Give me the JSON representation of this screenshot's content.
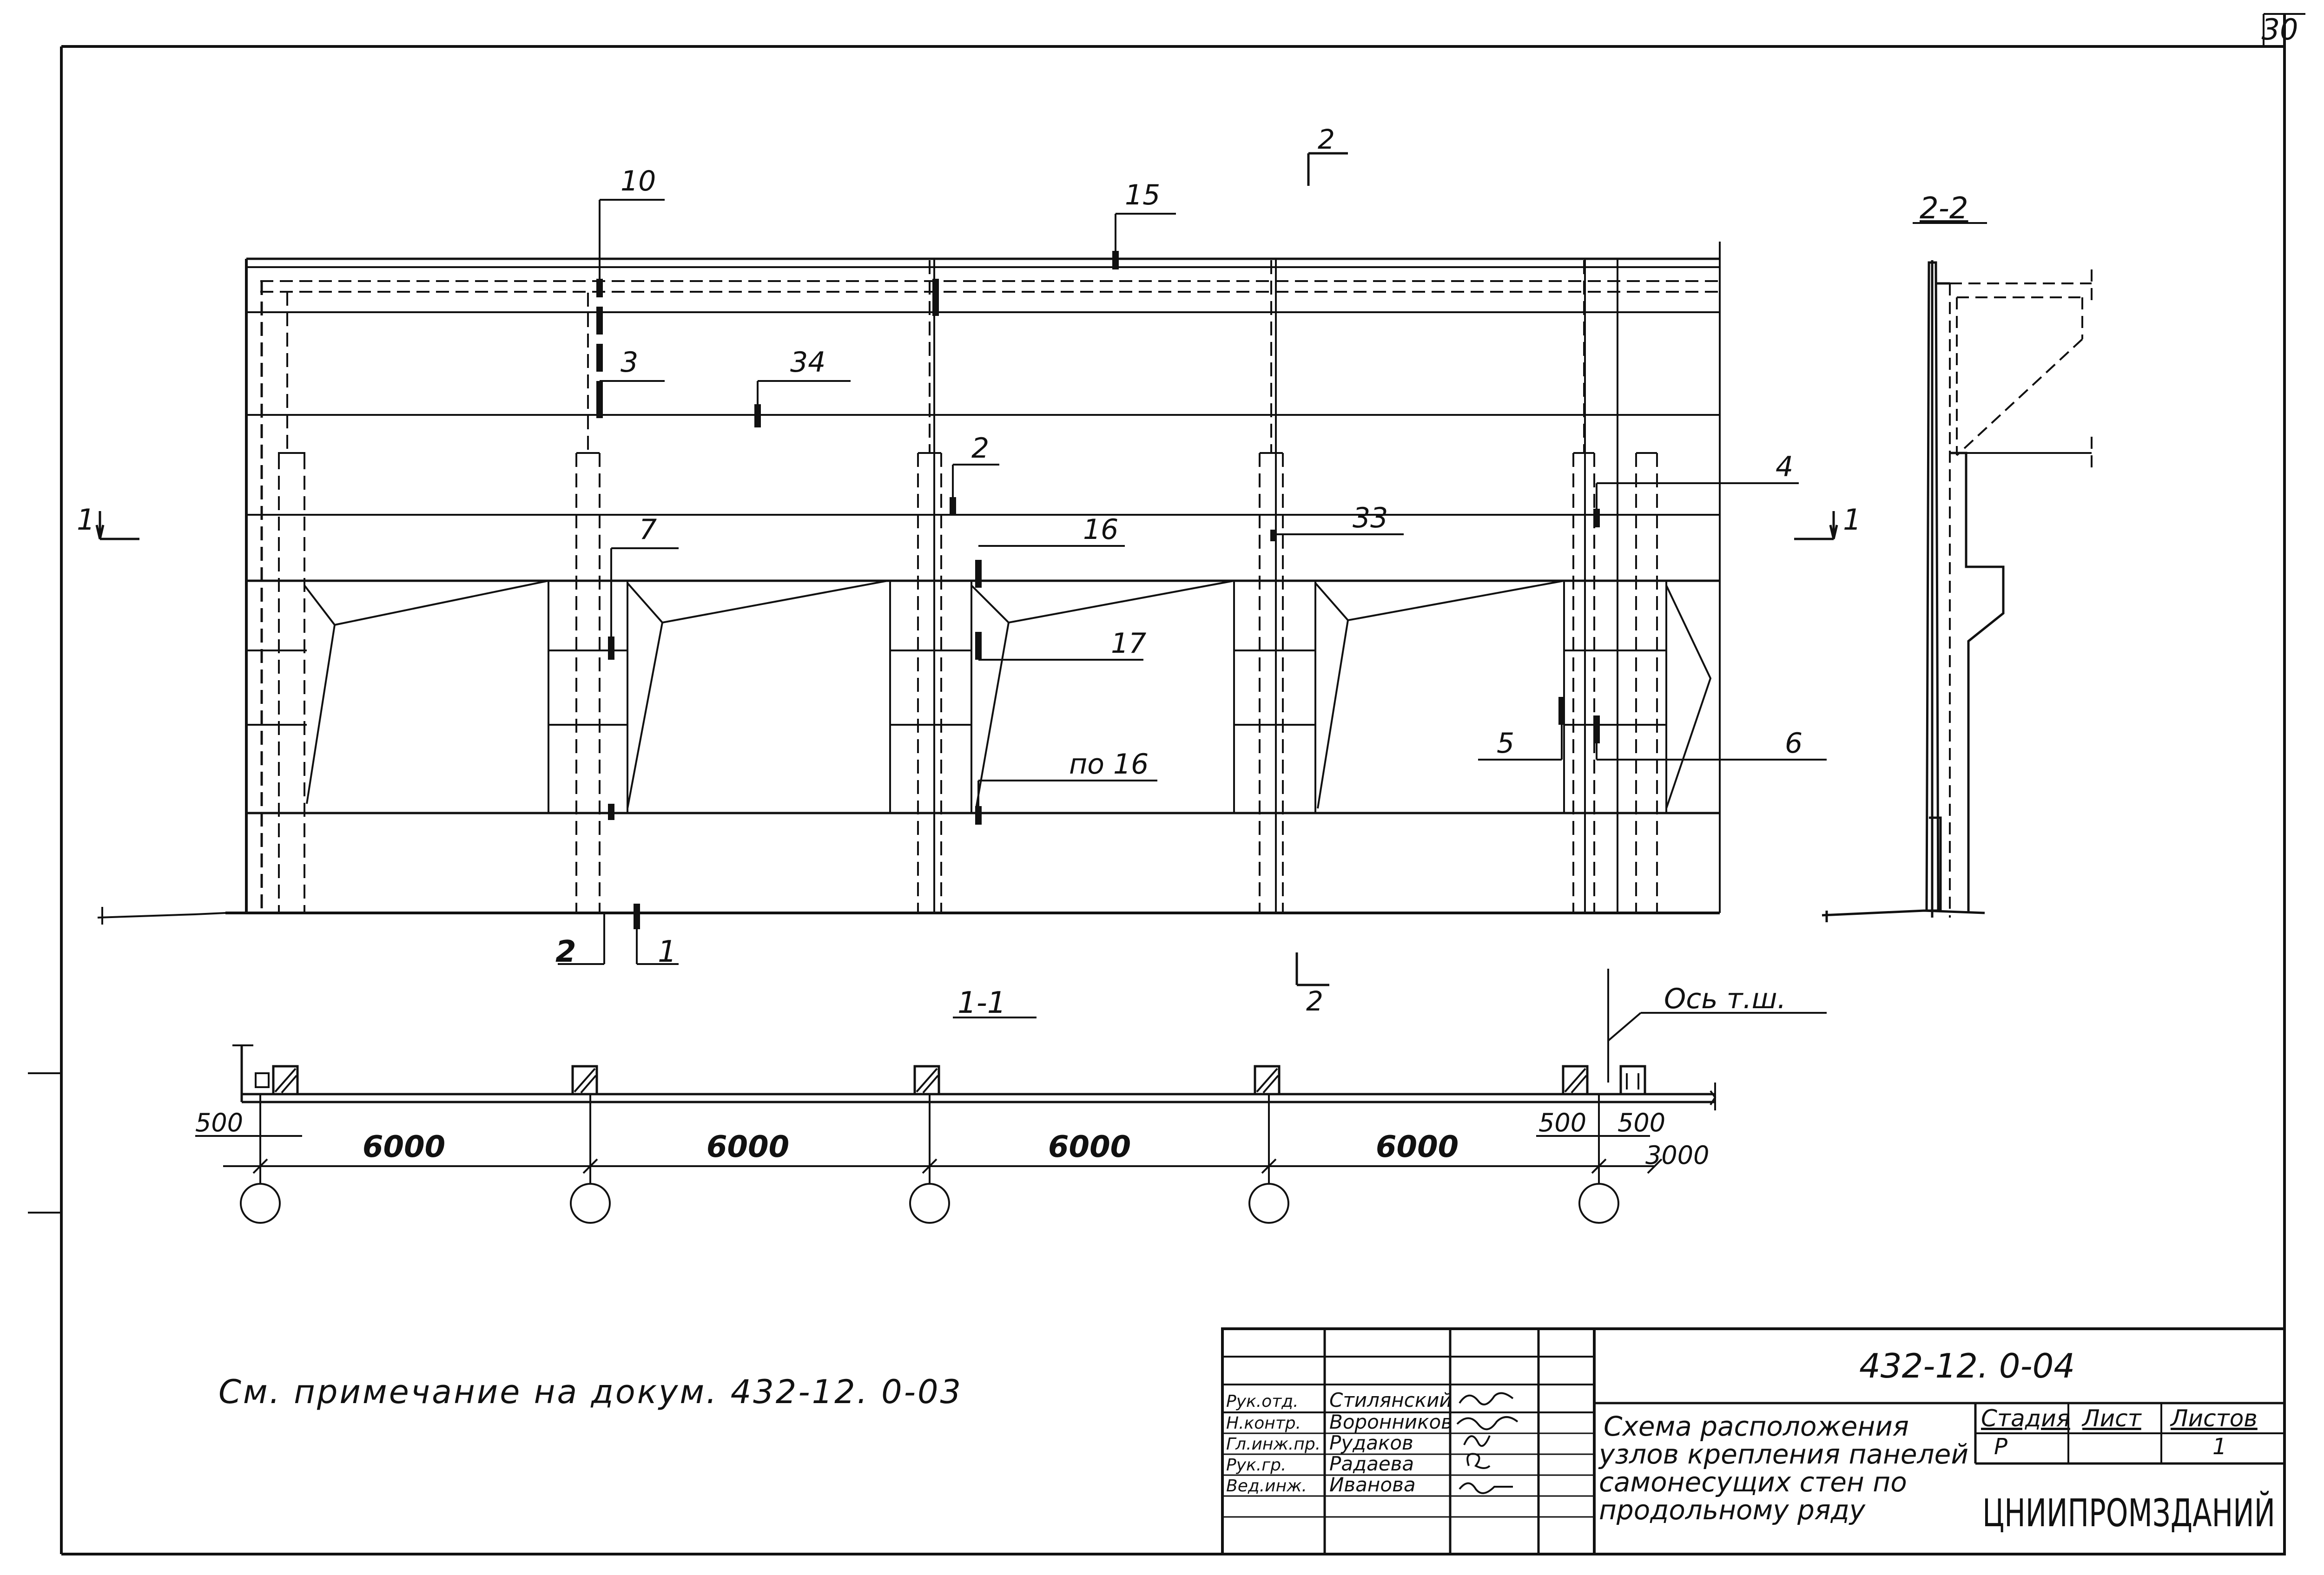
{
  "sheet": {
    "page_number": "30"
  },
  "elevation": {
    "callouts": [
      "10",
      "15",
      "3",
      "34",
      "2",
      "4",
      "7",
      "16",
      "33",
      "17",
      "по 16",
      "5",
      "6",
      "1",
      "2"
    ],
    "section_marks": {
      "left": "1",
      "right": "1",
      "top": "2",
      "bottom": "2"
    }
  },
  "section_2_2": {
    "title": "2-2"
  },
  "section_1_1": {
    "title": "1-1",
    "axis_note": "Ось т.ш.",
    "spans": [
      "6000",
      "6000",
      "6000",
      "6000"
    ],
    "offsets": [
      "500",
      "500",
      "500",
      "3000"
    ]
  },
  "note": "См. примечание на докум. 432-12. 0-03",
  "title_block": {
    "code": "432-12. 0-04",
    "title_lines": [
      "Схема расположения",
      "узлов крепления панелей",
      "самонесущих стен по",
      "продольному ряду"
    ],
    "roles": [
      "Рук.отд.",
      "Н.контр.",
      "Гл.инж.пр.",
      "Рук.гр.",
      "Вед.инж."
    ],
    "names": [
      "Стилянский",
      "Воронников",
      "Рудаков",
      "Радаева",
      "Иванова"
    ],
    "stage_label": "Стадия",
    "sheet_label": "Лист",
    "sheets_label": "Листов",
    "stage_value": "Р",
    "sheets_value": "1",
    "organization": "ЦНИИПРОМЗДАНИЙ"
  }
}
